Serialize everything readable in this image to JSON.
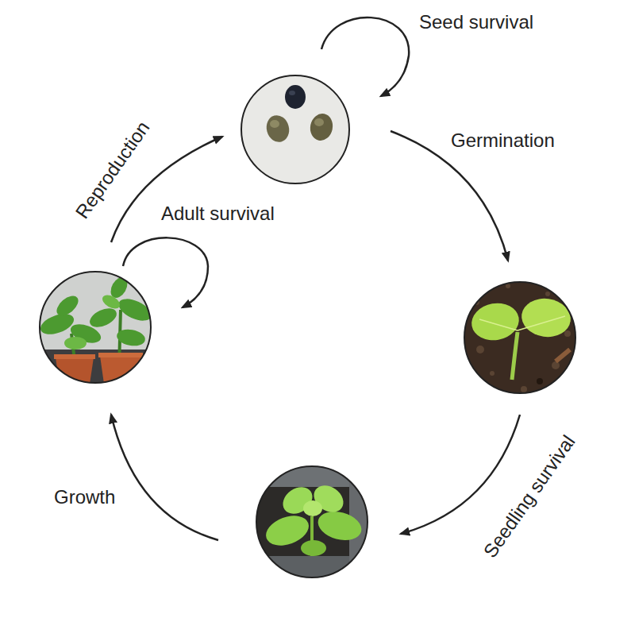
{
  "diagram": {
    "labels": [
      "Seed survival",
      "Reproduction",
      "Adult survival",
      "Germination",
      "Seedling survival",
      "Growth"
    ]
  }
}
